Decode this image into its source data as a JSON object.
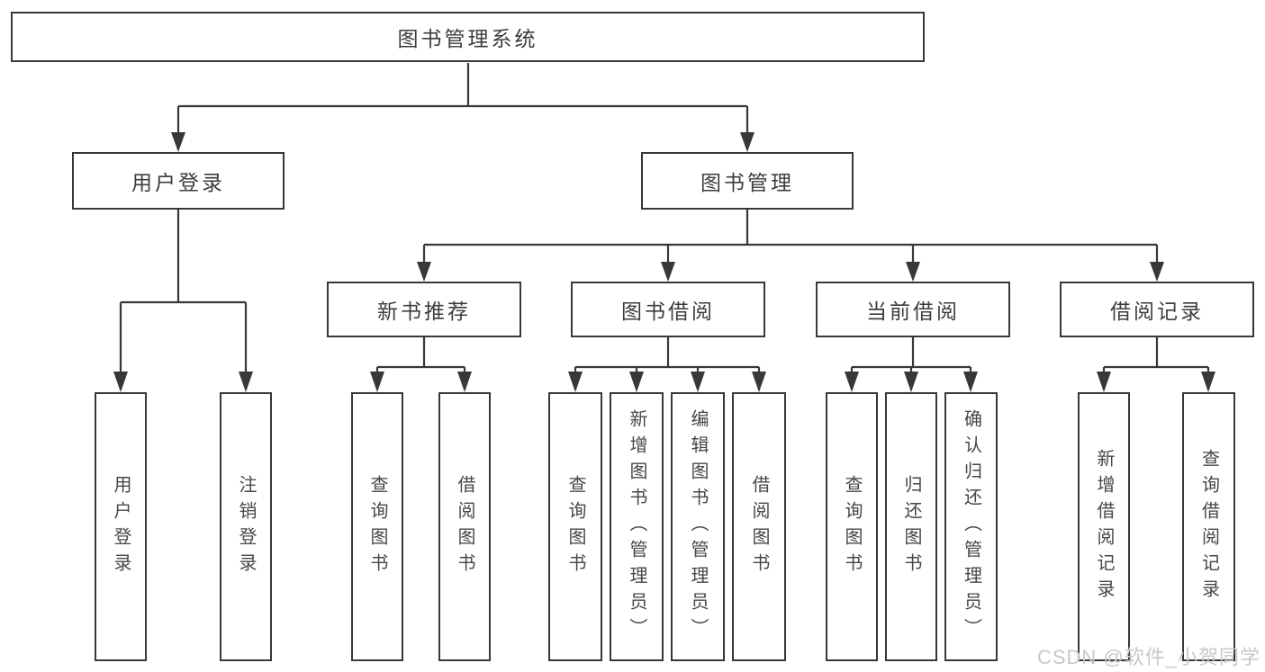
{
  "colors": {
    "line": "#383838",
    "box_border": "#383838",
    "box_fill": "#ffffff",
    "text": "#3d3d3d",
    "background": "#ffffff",
    "watermark_color": "#c8c8c8"
  },
  "watermark": {
    "text": "CSDN @软件_小贺同学"
  },
  "tree": {
    "root": {
      "label": "图书管理系统"
    },
    "branches": [
      {
        "label": "用户登录",
        "children": [
          {
            "label": "用户登录"
          },
          {
            "label": "注销登录"
          }
        ]
      },
      {
        "label": "图书管理",
        "children": [
          {
            "label": "新书推荐",
            "children": [
              {
                "label": "查询图书"
              },
              {
                "label": "借阅图书"
              }
            ]
          },
          {
            "label": "图书借阅",
            "children": [
              {
                "label": "查询图书"
              },
              {
                "label": "新增图书（管理员）"
              },
              {
                "label": "编辑图书（管理员）"
              },
              {
                "label": "借阅图书"
              }
            ]
          },
          {
            "label": "当前借阅",
            "children": [
              {
                "label": "查询图书"
              },
              {
                "label": "归还图书"
              },
              {
                "label": "确认归还（管理员）"
              }
            ]
          },
          {
            "label": "借阅记录",
            "children": [
              {
                "label": "新增借阅记录"
              },
              {
                "label": "查询借阅记录"
              }
            ]
          }
        ]
      }
    ]
  }
}
